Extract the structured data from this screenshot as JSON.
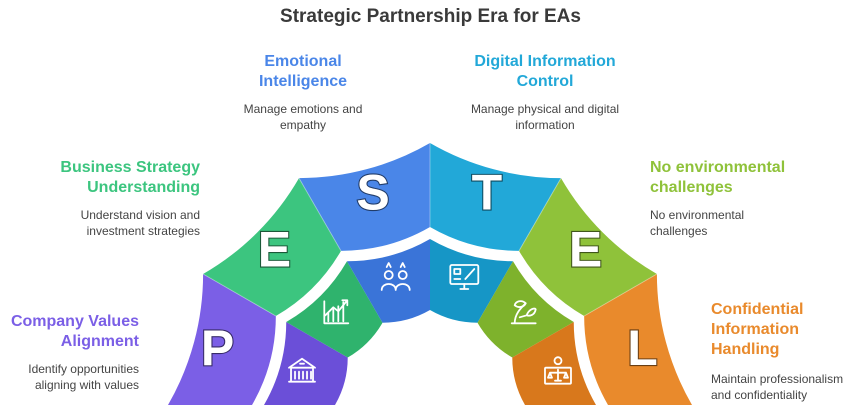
{
  "title": "Strategic Partnership Era for EAs",
  "segments": [
    {
      "letter": "P",
      "heading": "Company Values Alignment",
      "heading_lines": [
        "Company Values",
        "Alignment"
      ],
      "description_lines": [
        "Identify opportunities",
        "aligning with values"
      ],
      "color": "#7b5fe6",
      "inner_color": "#6b4fd8",
      "icon": "building-icon"
    },
    {
      "letter": "E",
      "heading": "Business Strategy Understanding",
      "heading_lines": [
        "Business Strategy",
        "Understanding"
      ],
      "description_lines": [
        "Understand vision and",
        "investment strategies"
      ],
      "color": "#3cc57f",
      "inner_color": "#2fb36d",
      "icon": "growth-chart-icon"
    },
    {
      "letter": "S",
      "heading": "Emotional Intelligence",
      "heading_lines": [
        "Emotional",
        "Intelligence"
      ],
      "description_lines": [
        "Manage emotions and",
        "empathy"
      ],
      "color": "#4a86e8",
      "inner_color": "#3a74d8",
      "icon": "people-icon"
    },
    {
      "letter": "T",
      "heading": "Digital Information Control",
      "heading_lines": [
        "Digital Information",
        "Control"
      ],
      "description_lines": [
        "Manage physical and digital",
        "information"
      ],
      "color": "#22a8d8",
      "inner_color": "#1696c6",
      "icon": "monitor-edit-icon"
    },
    {
      "letter": "E",
      "heading": "No environmental challenges",
      "heading_lines": [
        "No environmental",
        "challenges"
      ],
      "description_lines": [
        "No environmental",
        "challenges"
      ],
      "color": "#8fc23a",
      "inner_color": "#7eb22c",
      "icon": "plant-icon"
    },
    {
      "letter": "L",
      "heading": "Confidential Information Handling",
      "heading_lines": [
        "Confidential",
        "Information",
        "Handling"
      ],
      "description_lines": [
        "Maintain professionalism",
        "and confidentiality"
      ],
      "color": "#e98a2c",
      "inner_color": "#d8781c",
      "icon": "justice-icon"
    }
  ]
}
